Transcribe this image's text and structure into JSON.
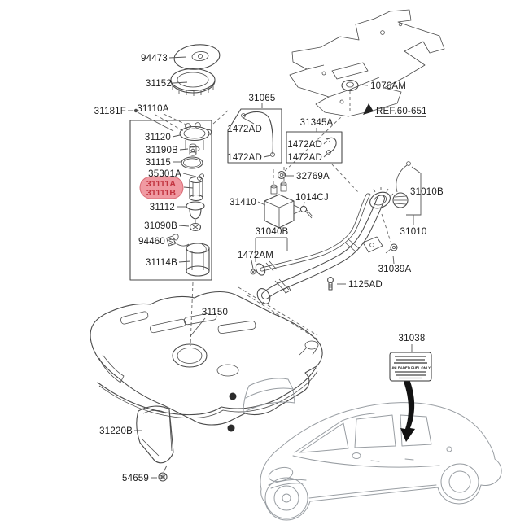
{
  "diagram_title": "fuel-system-parts-diagram",
  "labels": {
    "l94473": "94473",
    "l31152": "31152",
    "l31181F": "31181F",
    "l31110A": "31110A",
    "l31120": "31120",
    "l31190B": "31190B",
    "l31115": "31115",
    "l35301A": "35301A",
    "l31111A": "31111A",
    "l31111B": "31111B",
    "l31112": "31112",
    "l31090B": "31090B",
    "l94460": "94460",
    "l31114B": "31114B",
    "l31065": "31065",
    "l1472AD_1": "1472AD",
    "l1472AD_2": "1472AD",
    "l31345A": "31345A",
    "l1472AD_3": "1472AD",
    "l1472AD_4": "1472AD",
    "l32769A": "32769A",
    "l31410": "31410",
    "l1014CJ": "1014CJ",
    "l1076AM": "1076AM",
    "lref": "REF.60-651",
    "l31040B": "31040B",
    "l1472AM": "1472AM",
    "l1125AD": "1125AD",
    "l31039A": "31039A",
    "l31010B": "31010B",
    "l31010": "31010",
    "l31150": "31150",
    "l31220B": "31220B",
    "l54659": "54659",
    "l31038": "31038"
  },
  "sticker": {
    "text": "UNLEADED FUEL ONLY"
  },
  "highlight": {
    "fill": "#f09aa2",
    "stroke": "#d96a74",
    "text_color": "#c2333f"
  }
}
